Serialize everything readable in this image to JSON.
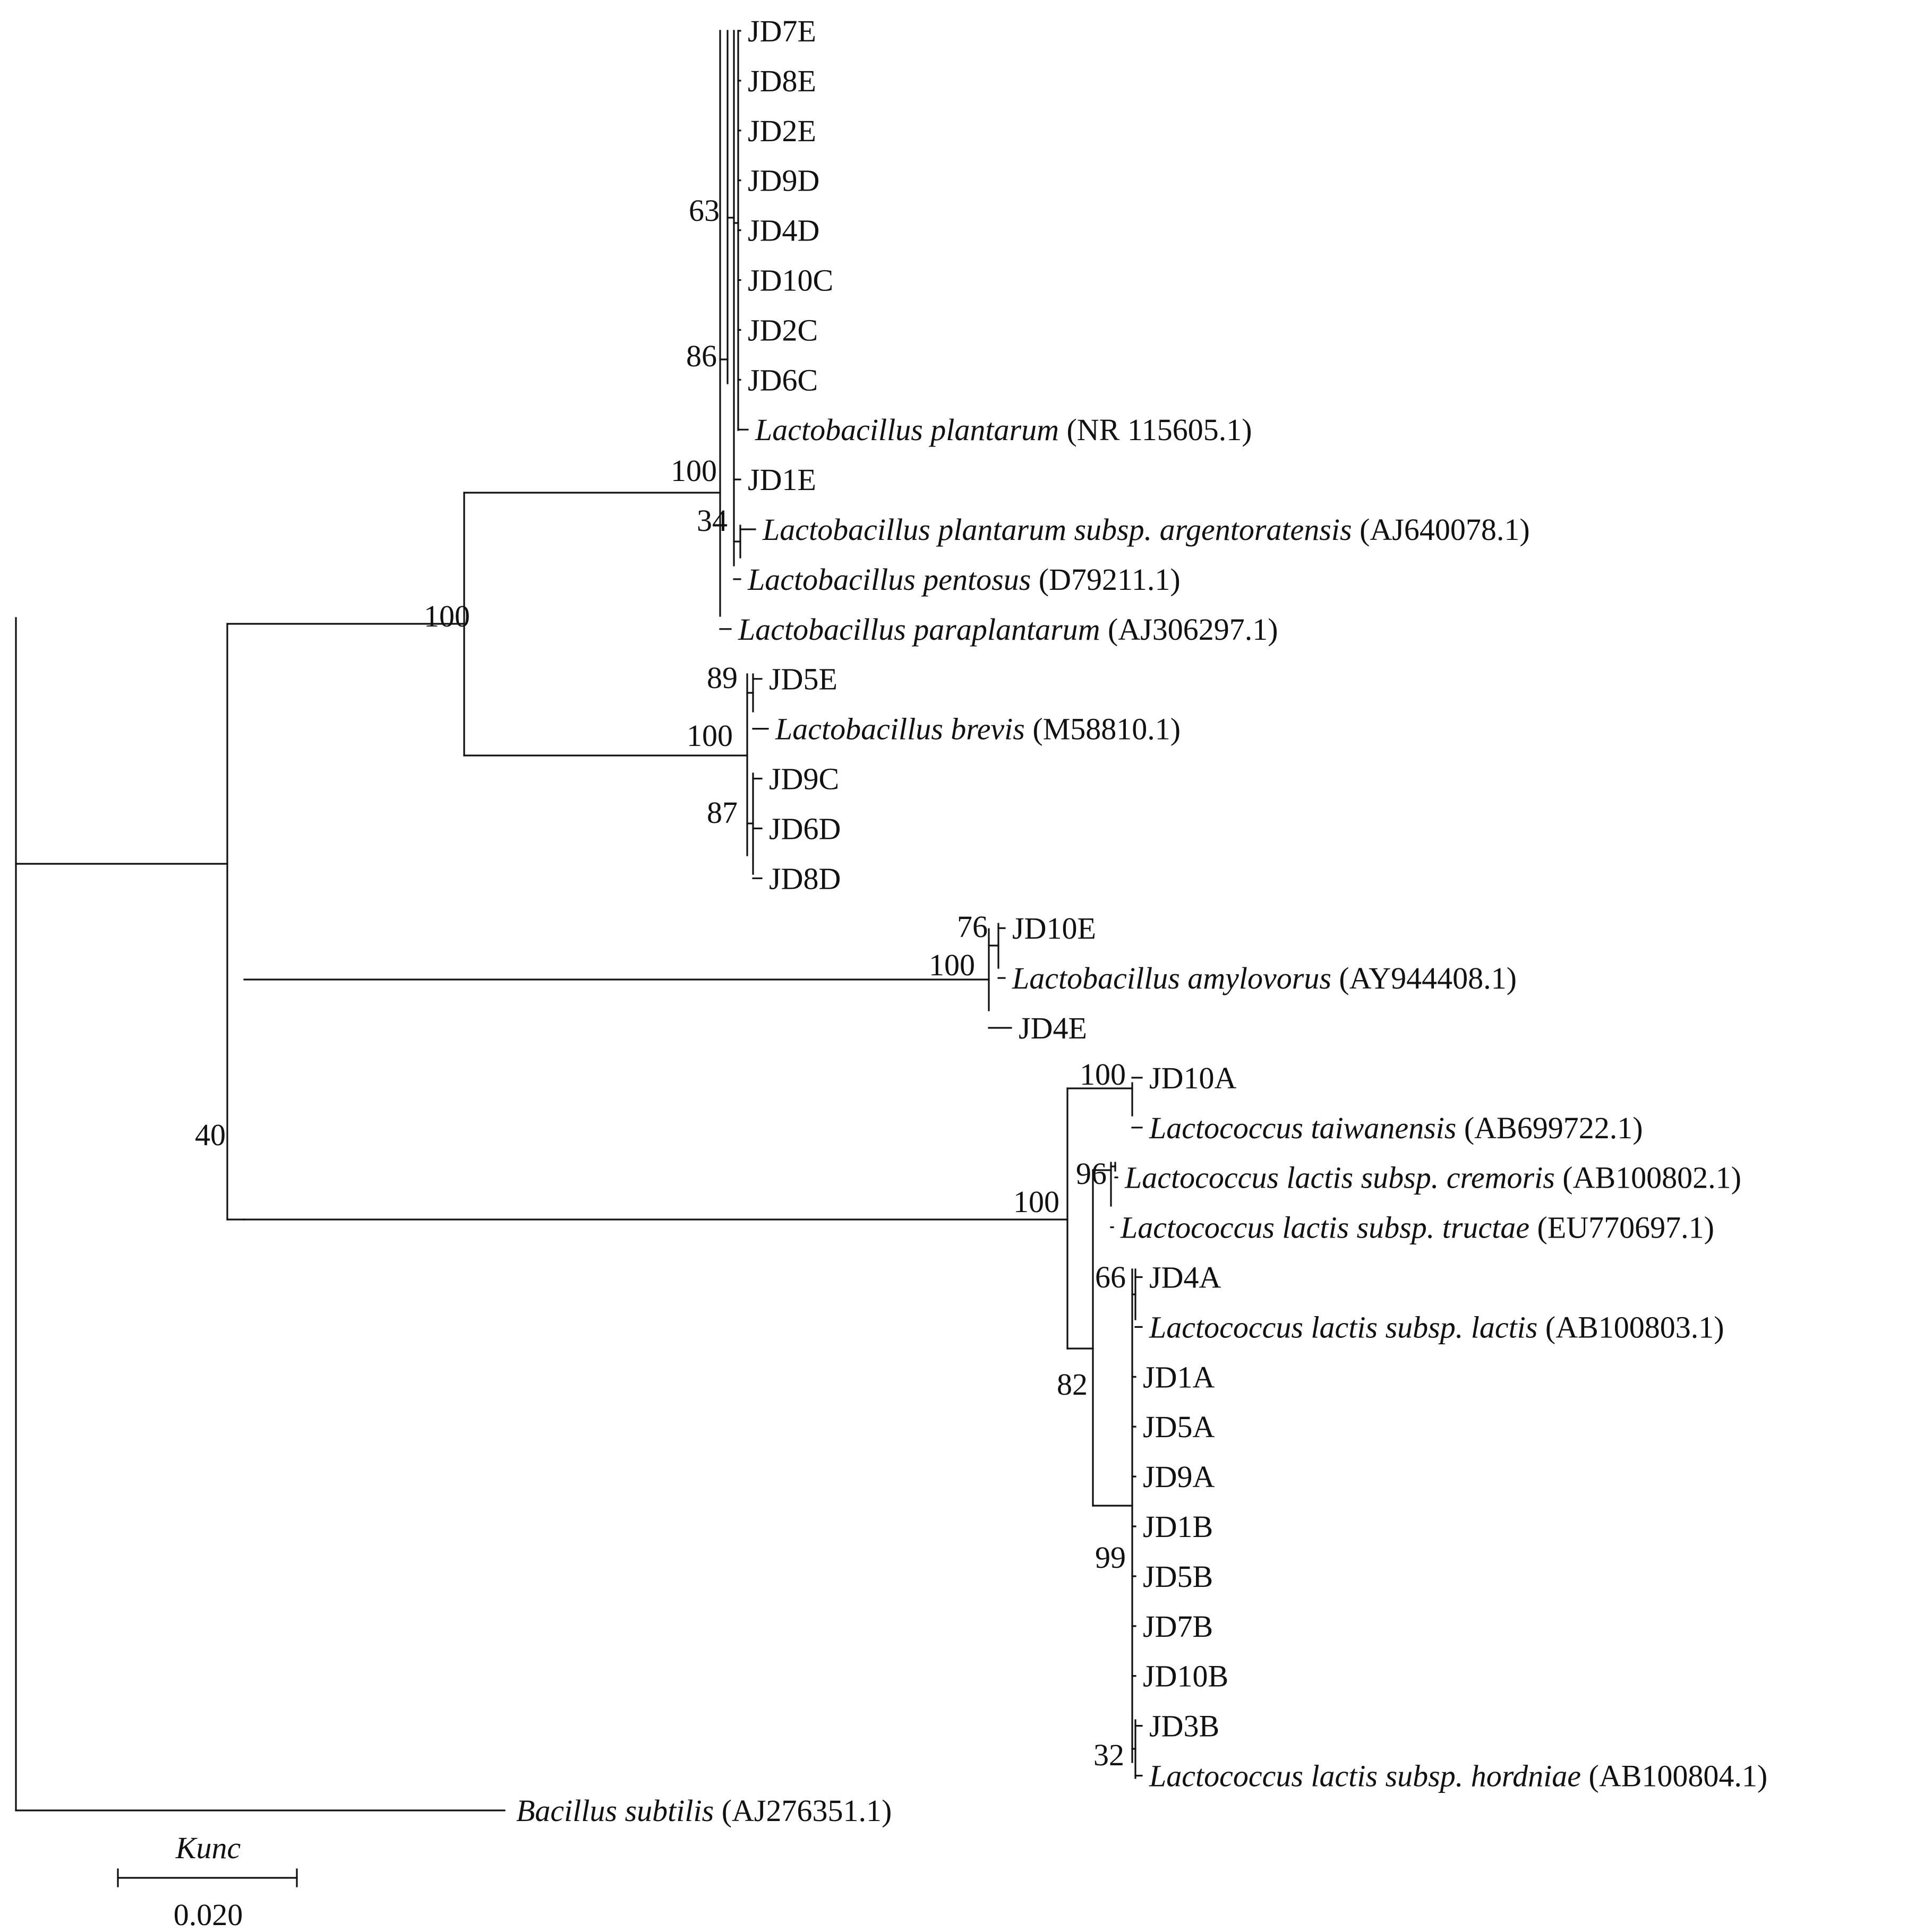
{
  "scale_bar": {
    "label": "Kunc",
    "value": "0.020"
  },
  "colors": {
    "line": "#111111",
    "text": "#111111",
    "background": "#ffffff"
  },
  "leaves": [
    {
      "id": "JD7E",
      "name": "JD7E",
      "accession": ""
    },
    {
      "id": "JD8E",
      "name": "JD8E",
      "accession": ""
    },
    {
      "id": "JD2E",
      "name": "JD2E",
      "accession": ""
    },
    {
      "id": "JD9D",
      "name": "JD9D",
      "accession": ""
    },
    {
      "id": "JD4D",
      "name": "JD4D",
      "accession": ""
    },
    {
      "id": "JD10C",
      "name": "JD10C",
      "accession": ""
    },
    {
      "id": "JD2C",
      "name": "JD2C",
      "accession": ""
    },
    {
      "id": "JD6C",
      "name": "JD6C",
      "accession": ""
    },
    {
      "id": "L_plantarum",
      "name": "Lactobacillus plantarum",
      "accession": "(NR 115605.1)"
    },
    {
      "id": "JD1E",
      "name": "JD1E",
      "accession": ""
    },
    {
      "id": "L_plantarum_arg",
      "name": "Lactobacillus plantarum subsp. argentoratensis",
      "accession": "(AJ640078.1)"
    },
    {
      "id": "L_pentosus",
      "name": "Lactobacillus pentosus",
      "accession": "(D79211.1)"
    },
    {
      "id": "L_paraplantarum",
      "name": "Lactobacillus paraplantarum",
      "accession": "(AJ306297.1)"
    },
    {
      "id": "JD5E",
      "name": "JD5E",
      "accession": ""
    },
    {
      "id": "L_brevis",
      "name": "Lactobacillus brevis",
      "accession": "(M58810.1)"
    },
    {
      "id": "JD9C",
      "name": "JD9C",
      "accession": ""
    },
    {
      "id": "JD6D",
      "name": "JD6D",
      "accession": ""
    },
    {
      "id": "JD8D",
      "name": "JD8D",
      "accession": ""
    },
    {
      "id": "JD10E",
      "name": "JD10E",
      "accession": ""
    },
    {
      "id": "L_amylovorus",
      "name": "Lactobacillus amylovorus",
      "accession": "(AY944408.1)"
    },
    {
      "id": "JD4E",
      "name": "JD4E",
      "accession": ""
    },
    {
      "id": "JD10A",
      "name": "JD10A",
      "accession": ""
    },
    {
      "id": "Lc_taiwanensis",
      "name": "Lactococcus taiwanensis",
      "accession": "(AB699722.1)"
    },
    {
      "id": "Lc_cremoris",
      "name": "Lactococcus lactis subsp. cremoris",
      "accession": "(AB100802.1)"
    },
    {
      "id": "Lc_tructae",
      "name": "Lactococcus lactis subsp. tructae",
      "accession": "(EU770697.1)"
    },
    {
      "id": "JD4A",
      "name": "JD4A",
      "accession": ""
    },
    {
      "id": "Lc_lactis",
      "name": "Lactococcus lactis subsp. lactis",
      "accession": "(AB100803.1)"
    },
    {
      "id": "JD1A",
      "name": "JD1A",
      "accession": ""
    },
    {
      "id": "JD5A",
      "name": "JD5A",
      "accession": ""
    },
    {
      "id": "JD9A",
      "name": "JD9A",
      "accession": ""
    },
    {
      "id": "JD1B",
      "name": "JD1B",
      "accession": ""
    },
    {
      "id": "JD5B",
      "name": "JD5B",
      "accession": ""
    },
    {
      "id": "JD7B",
      "name": "JD7B",
      "accession": ""
    },
    {
      "id": "JD10B",
      "name": "JD10B",
      "accession": ""
    },
    {
      "id": "JD3B",
      "name": "JD3B",
      "accession": ""
    },
    {
      "id": "Lc_hordniae",
      "name": "Lactococcus lactis subsp. hordniae",
      "accession": "(AB100804.1)"
    },
    {
      "id": "B_subtilis",
      "name": "Bacillus subtilis",
      "accession": "(AJ276351.1)"
    }
  ],
  "bootstrap": [
    {
      "node": "n63",
      "value": "63"
    },
    {
      "node": "n86",
      "value": "86"
    },
    {
      "node": "n100_plant",
      "value": "100"
    },
    {
      "node": "n34",
      "value": "34"
    },
    {
      "node": "n100_lacto",
      "value": "100"
    },
    {
      "node": "n89",
      "value": "89"
    },
    {
      "node": "n100_brevis",
      "value": "100"
    },
    {
      "node": "n87",
      "value": "87"
    },
    {
      "node": "n76",
      "value": "76"
    },
    {
      "node": "n100_amy",
      "value": "100"
    },
    {
      "node": "n40",
      "value": "40"
    },
    {
      "node": "n100_taiw",
      "value": "100"
    },
    {
      "node": "n96",
      "value": "96"
    },
    {
      "node": "n100_lactococcus",
      "value": "100"
    },
    {
      "node": "n66",
      "value": "66"
    },
    {
      "node": "n82",
      "value": "82"
    },
    {
      "node": "n99",
      "value": "99"
    },
    {
      "node": "n32",
      "value": "32"
    }
  ]
}
